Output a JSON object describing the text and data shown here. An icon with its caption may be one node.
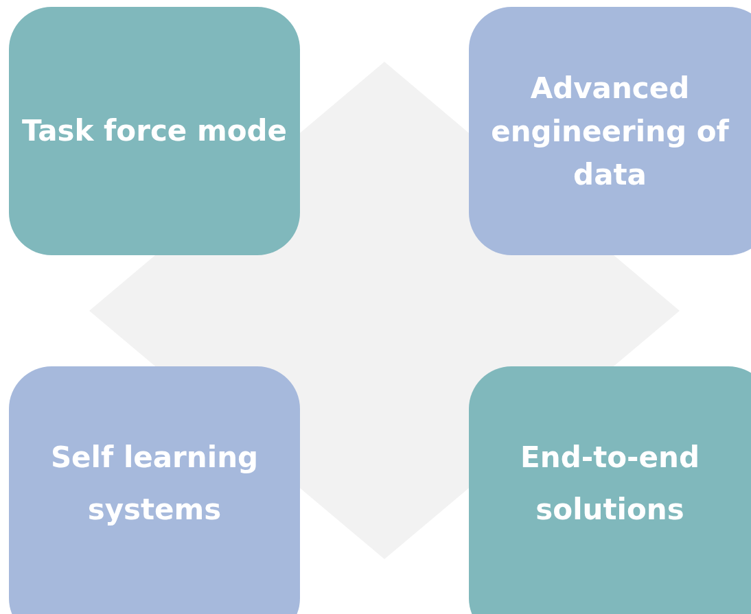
{
  "diagram": {
    "nodes": [
      {
        "text": [
          "Task force mode"
        ]
      },
      {
        "text": [
          "Advanced engineering of data"
        ]
      },
      {
        "text": [
          "Self learning systems"
        ]
      },
      {
        "text": [
          "End-to-end solutions"
        ]
      }
    ]
  }
}
